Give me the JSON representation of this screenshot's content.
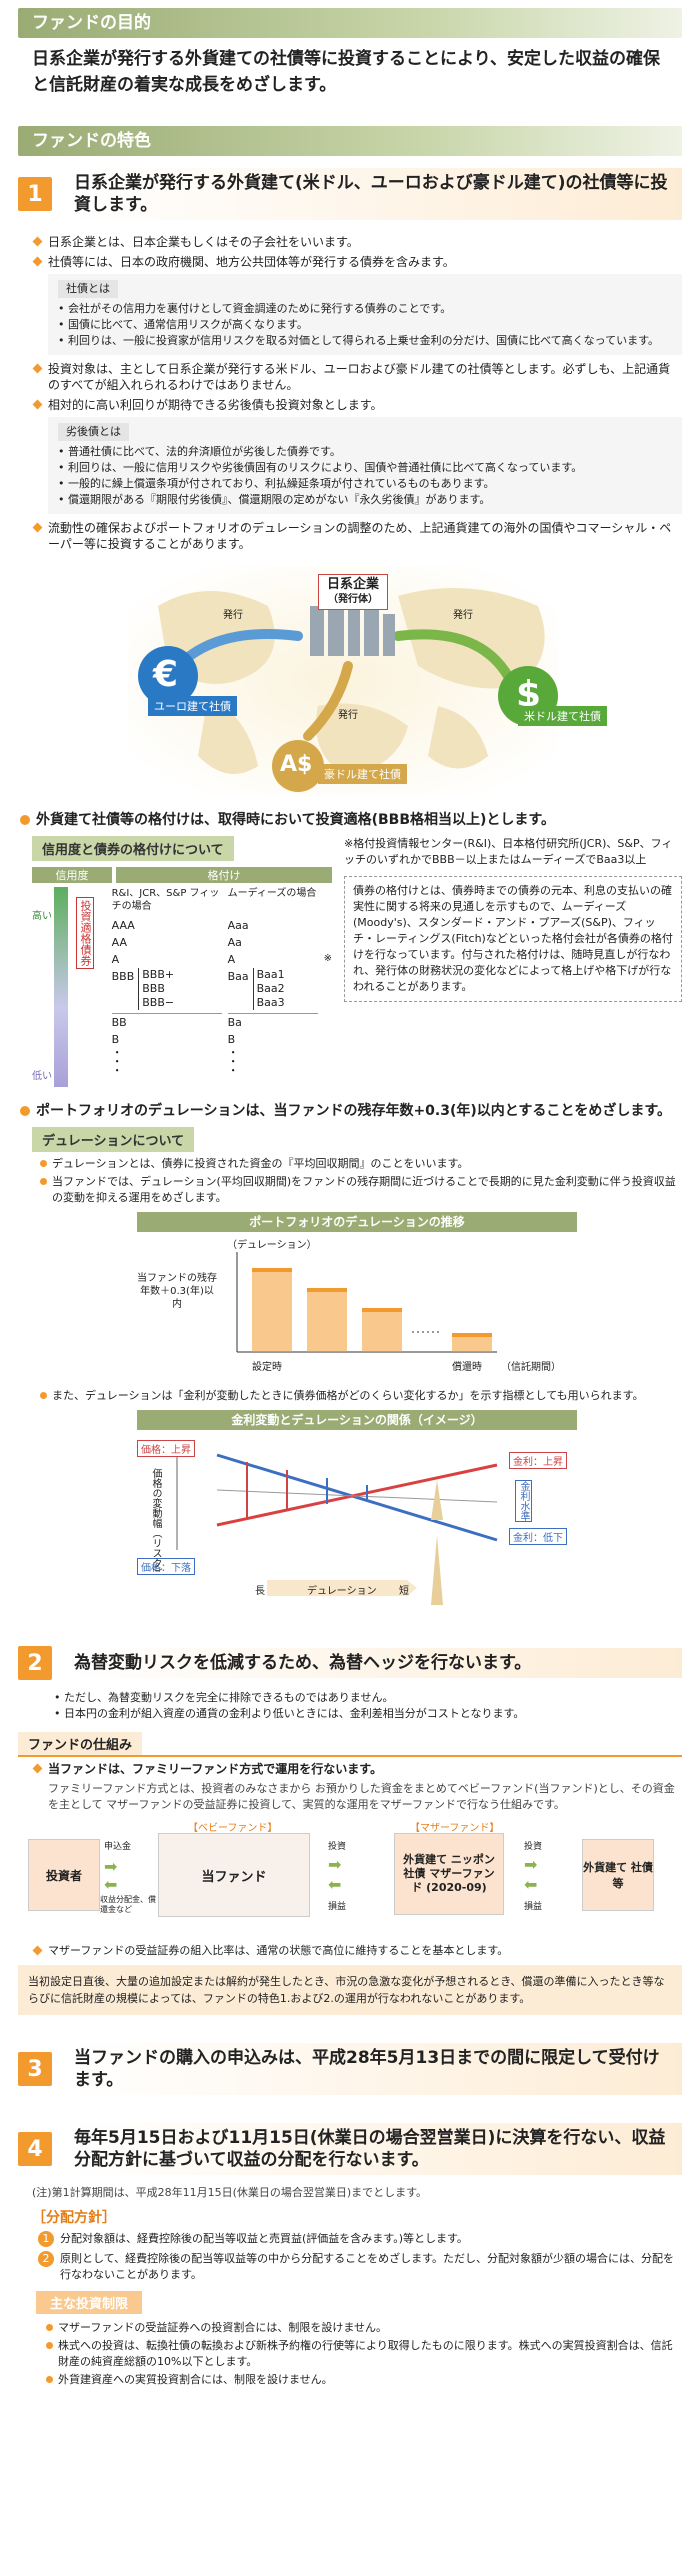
{
  "purpose": {
    "band": "ファンドの目的",
    "text": "日系企業が発行する外貨建ての社債等に投資することにより、安定した収益の確保と信託財産の着実な成長をめざします。"
  },
  "features_band": "ファンドの特色",
  "s1": {
    "num": "1",
    "title": "日系企業が発行する外貨建て(米ドル、ユーロおよび豪ドル建て)の社債等に投資します。",
    "b1": "日系企業とは、日本企業もしくはその子会社をいいます。",
    "b2": "社債等には、日本の政府機関、地方公共団体等が発行する債券を含みます。",
    "box1_tag": "社債とは",
    "box1_items": [
      "会社がその信用力を裏付けとして資金調達のために発行する債券のことです。",
      "国債に比べて、通常信用リスクが高くなります。",
      "利回りは、一般に投資家が信用リスクを取る対価として得られる上乗せ金利の分だけ、国債に比べて高くなっています。"
    ],
    "b3": "投資対象は、主として日系企業が発行する米ドル、ユーロおよび豪ドル建ての社債等とします。必ずしも、上記通貨のすべてが組入れられるわけではありません。",
    "b4": "相対的に高い利回りが期待できる劣後債も投資対象とします。",
    "box2_tag": "劣後債とは",
    "box2_items": [
      "普通社債に比べて、法的弁済順位が劣後した債券です。",
      "利回りは、一般に信用リスクや劣後債固有のリスクにより、国債や普通社債に比べて高くなっています。",
      "一般的に繰上償還条項が付されており、利払繰延条項が付されているものもあります。",
      "償還期限がある『期限付劣後債』、償還期限の定めがない『永久劣後債』があります。"
    ],
    "b5": "流動性の確保およびポートフォリオのデュレーションの調整のため、上記通貨建ての海外の国債やコマーシャル・ペーパー等に投資することがあります。",
    "map": {
      "issuer_title": "日系企業",
      "issuer_sub": "（発行体）",
      "issue1": "発行",
      "issue2": "発行",
      "issue3": "発行",
      "eur": "ユーロ建て社債",
      "usd": "米ドル建て社債",
      "aud": "豪ドル建て社債",
      "eur_sym": "€",
      "usd_sym": "$",
      "aud_sym": "A$"
    }
  },
  "rating": {
    "bullet": "外貨建て社債等の格付けは、取得時において投資適格(BBB格相当以上)とします。",
    "tag": "信用度と債券の格付けについて",
    "note": "※格付投資情報センター(R&I)、日本格付研究所(JCR)、S&P、フィッチのいずれかでBBB－以上またはムーディーズでBaa3以上",
    "col1": "信用度",
    "col2": "格付け",
    "h1": "R&I、JCR、S&P フィッチの場合",
    "h2": "ムーディーズの場合",
    "high": "高い",
    "low": "低い",
    "inv_grade": "投資適格債券",
    "star": "※",
    "left": [
      "AAA",
      "AA",
      "A",
      "BBB"
    ],
    "left_sub": [
      "BBB+",
      "BBB",
      "BBB−"
    ],
    "left_below": [
      "BB",
      "B",
      "・",
      "・",
      "・"
    ],
    "right": [
      "Aaa",
      "Aa",
      "A",
      "Baa"
    ],
    "right_sub": [
      "Baa1",
      "Baa2",
      "Baa3"
    ],
    "right_below": [
      "Ba",
      "B",
      "・",
      "・",
      "・"
    ],
    "explain": "債券の格付けとは、債券時までの債券の元本、利息の支払いの確実性に関する将来の見通しを示すもので、ムーディーズ(Moody's)、スタンダード・アンド・プアーズ(S&P)、フィッチ・レーティングス(Fitch)などといった格付会社が各債券の格付けを行なっています。付与された格付けは、随時見直しが行なわれ、発行体の財務状況の変化などによって格上げや格下げが行なわれることがあります。"
  },
  "duration": {
    "bullet": "ポートフォリオのデュレーションは、当ファンドの残存年数+0.3(年)以内とすることをめざします。",
    "tag": "デュレーションについて",
    "d1": "デュレーションとは、債券に投資された資金の『平均回収期間』のことをいいます。",
    "d2": "当ファンドでは、デュレーション(平均回収期間)をファンドの残存期間に近づけることで長期的に見た金利変動に伴う投資収益の変動を抑える運用をめざします。",
    "chart1_title": "ポートフォリオのデュレーションの推移",
    "chart1_ylabel": "（デュレーション）",
    "chart1_left": "当ファンドの残存年数＋0.3(年)以内",
    "chart1_x0": "設定時",
    "chart1_x1": "償還時",
    "chart1_xlabel": "（信託期間）",
    "d3": "また、デュレーションは「金利が変動したときに債券価格がどのくらい変化するか」を示す指標としても用いられます。",
    "chart2_title": "金利変動とデュレーションの関係（イメージ）",
    "price_up": "価格：上昇",
    "price_down": "価格：下落",
    "price_var": "価格の変動幅",
    "risk": "（リスク）",
    "rate_up": "金利：上昇",
    "rate_down": "金利：低下",
    "rate_level": "金利水準",
    "long": "長",
    "dur": "デュレーション",
    "short": "短"
  },
  "s2": {
    "num": "2",
    "title": "為替変動リスクを低減するため、為替ヘッジを行ないます。",
    "n1": "ただし、為替変動リスクを完全に排除できるものではありません。",
    "n2": "日本円の金利が組入資産の通貨の金利より低いときには、金利差相当分がコストとなります。",
    "mech_tag": "ファンドの仕組み",
    "mech_b": "当ファンドは、ファミリーファンド方式で運用を行ないます。",
    "mech_t": "ファミリーファンド方式とは、投資者のみなさまから お預かりした資金をまとめてベビーファンド(当ファンド)とし、その資金を主として マザーファンドの受益証券に投資して、実質的な運用をマザーファンドで行なう仕組みです。",
    "baby_label": "【ベビーファンド】",
    "mother_label": "【マザーファンド】",
    "investor": "投資者",
    "fund": "当ファンド",
    "mother": "外貨建て ニッポン社債 マザーファンド (2020-09)",
    "target": "外貨建て 社債等",
    "apply": "申込金",
    "distrib": "収益分配金、償還金など",
    "invest1": "投資",
    "invest2": "投資",
    "loss1": "損益",
    "loss2": "損益",
    "mother_note": "マザーファンドの受益証券の組入比率は、通常の状態で高位に維持することを基本とします。",
    "caution": "当初設定日直後、大量の追加設定または解約が発生したとき、市況の急激な変化が予想されるとき、償還の準備に入ったとき等ならびに信託財産の規模によっては、ファンドの特色1.および2.の運用が行なわれないことがあります。"
  },
  "s3": {
    "num": "3",
    "title": "当ファンドの購入の申込みは、平成28年5月13日までの間に限定して受付けます。"
  },
  "s4": {
    "num": "4",
    "title": "毎年5月15日および11月15日(休業日の場合翌営業日)に決算を行ない、収益分配方針に基づいて収益の分配を行ないます。",
    "note": "(注)第1計算期間は、平成28年11月15日(休業日の場合翌営業日)までとします。",
    "policy_label": "［分配方針］",
    "p1": "分配対象額は、経費控除後の配当等収益と売買益(評価益を含みます。)等とします。",
    "p2": "原則として、経費控除後の配当等収益等の中から分配することをめざします。ただし、分配対象額が少額の場合には、分配を行なわないことがあります。",
    "limit_label": "主な投資制限",
    "l1": "マザーファンドの受益証券への投資割合には、制限を設けません。",
    "l2": "株式への投資は、転換社債の転換および新株予約権の行使等により取得したものに限ります。株式への実質投資割合は、信託財産の純資産総額の10%以下とします。",
    "l3": "外貨建資産への実質投資割合には、制限を設けません。"
  }
}
